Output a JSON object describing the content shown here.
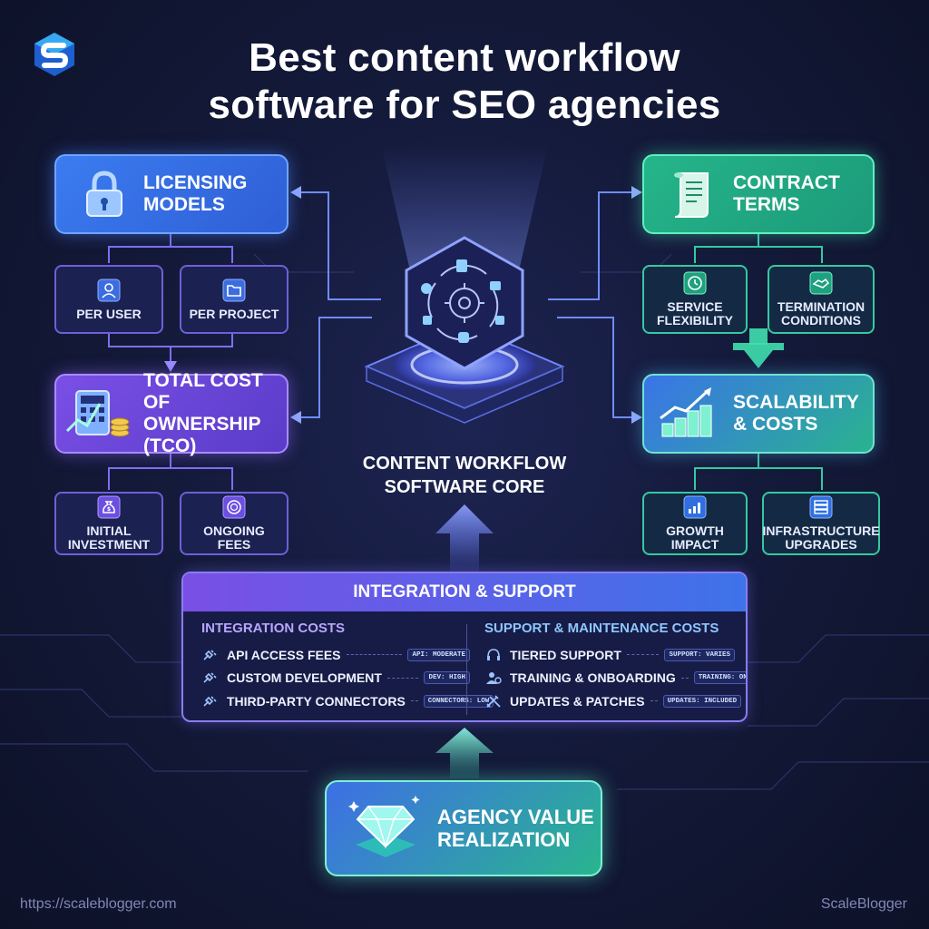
{
  "title": {
    "line1": "Best content workflow",
    "line2": "software for SEO agencies"
  },
  "icons": {
    "logo": "s-logo-icon",
    "licensing": "padlock-icon",
    "contract": "scroll-icon",
    "tco": "calculator-coins-icon",
    "scalability": "growth-chart-icon",
    "core": "workflow-hexagon-icon",
    "value": "diamond-icon"
  },
  "colors": {
    "blue": "#3b7cf0",
    "green": "#25b58a",
    "purple": "#7a4fe6",
    "background": "#141a3a"
  },
  "licensing": {
    "label1": "LICENSING",
    "label2": "MODELS",
    "per_user": "PER USER",
    "per_project": "PER PROJECT"
  },
  "contract": {
    "label1": "CONTRACT",
    "label2": "TERMS",
    "service_1": "SERVICE",
    "service_2": "FLEXIBILITY",
    "termination_1": "TERMINATION",
    "termination_2": "CONDITIONS"
  },
  "tco": {
    "label1": "TOTAL COST OF",
    "label2": "OWNERSHIP",
    "label3": "(TCO)",
    "initial_1": "INITIAL",
    "initial_2": "INVESTMENT",
    "ongoing_1": "ONGOING",
    "ongoing_2": "FEES"
  },
  "scalability": {
    "label1": "SCALABILITY",
    "label2": "& COSTS",
    "growth_1": "GROWTH",
    "growth_2": "IMPACT",
    "infra_1": "INFRASTRUCTURE",
    "infra_2": "UPGRADES"
  },
  "core": {
    "line1": "CONTENT WORKFLOW",
    "line2": "SOFTWARE CORE"
  },
  "integration": {
    "header": "INTEGRATION & SUPPORT",
    "left_title": "INTEGRATION COSTS",
    "left_rows": [
      {
        "label": "API ACCESS FEES",
        "tag": "API: MODERATE"
      },
      {
        "label": "CUSTOM DEVELOPMENT",
        "tag": "DEV: HIGH"
      },
      {
        "label": "THIRD-PARTY CONNECTORS",
        "tag": "CONNECTORS: LOW"
      }
    ],
    "right_title": "SUPPORT & MAINTENANCE COSTS",
    "right_rows": [
      {
        "label": "TIERED SUPPORT",
        "tag": "SUPPORT: VARIES"
      },
      {
        "label": "TRAINING & ONBOARDING",
        "tag": "TRAINING: ONE-TIME"
      },
      {
        "label": "UPDATES & PATCHES",
        "tag": "UPDATES: INCLUDED"
      }
    ]
  },
  "value": {
    "line1": "AGENCY VALUE",
    "line2": "REALIZATION"
  },
  "footer": {
    "url": "https://scaleblogger.com",
    "brand": "ScaleBlogger"
  }
}
